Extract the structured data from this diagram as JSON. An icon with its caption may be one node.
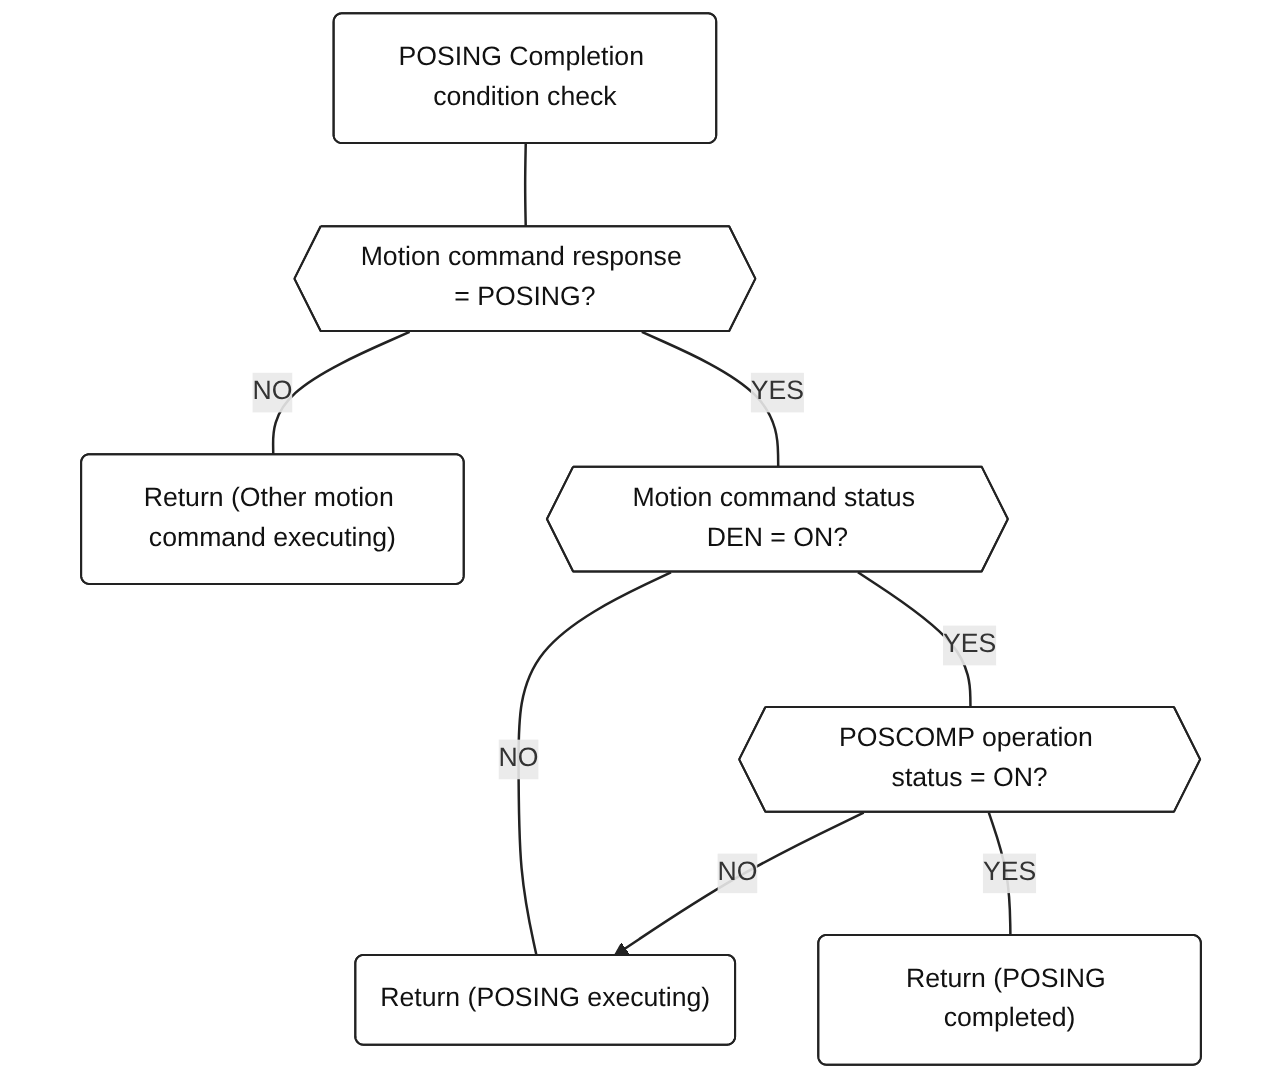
{
  "diagram": {
    "nodes": [
      {
        "text": [
          "POSING Completion condition check"
        ]
      },
      {
        "text": [
          "Motion command response = POSING?"
        ]
      },
      {
        "text": [
          "Return (Other motion command executing)"
        ]
      },
      {
        "text": [
          "Motion command status DEN = ON?"
        ]
      },
      {
        "text": [
          "POSCOMP operation status = ON?"
        ]
      },
      {
        "text": [
          "Return (POSING executing)"
        ]
      },
      {
        "text": [
          "Return (POSING completed)"
        ]
      }
    ],
    "edges": [
      {
        "from": 0,
        "to": 1,
        "arrow": "none"
      },
      {
        "from": 1,
        "to": 2,
        "arrow": "none",
        "label": "NO"
      },
      {
        "from": 1,
        "to": 3,
        "arrow": "none",
        "label": "YES"
      },
      {
        "from": 3,
        "to": 5,
        "arrow": "none",
        "label": "NO"
      },
      {
        "from": 3,
        "to": 4,
        "arrow": "none",
        "label": "YES"
      },
      {
        "from": 4,
        "to": 5,
        "arrow": "to",
        "label": "NO"
      },
      {
        "from": 4,
        "to": 6,
        "arrow": "none",
        "label": "YES"
      }
    ]
  }
}
